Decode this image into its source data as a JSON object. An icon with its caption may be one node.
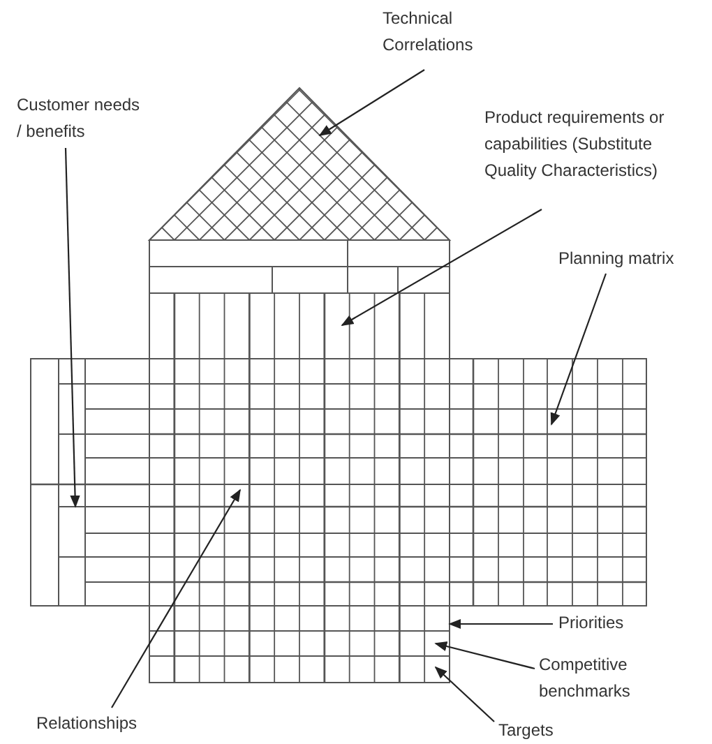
{
  "diagram": {
    "nodes": [
      {
        "text": [
          "Technical Correlations"
        ]
      },
      {
        "text": [
          "Customer needs / benefits"
        ]
      },
      {
        "text": [
          "Product requirements or capabilities (Substitute Quality Characteristics)"
        ]
      },
      {
        "text": [
          "Planning matrix"
        ]
      },
      {
        "text": [
          "Priorities"
        ]
      },
      {
        "text": [
          "Competitive benchmarks"
        ]
      },
      {
        "text": [
          "Relationships"
        ]
      },
      {
        "text": [
          "Targets"
        ]
      },
      {
        "text": [],
        "shape": "triangle"
      },
      {
        "text": [],
        "shape": "grid"
      },
      {
        "text": [],
        "shape": "grid"
      },
      {
        "text": [],
        "shape": "grid"
      },
      {
        "text": [],
        "shape": "grid"
      },
      {
        "text": [],
        "shape": "grid"
      },
      {
        "text": [],
        "shape": "grid"
      },
      {
        "text": [],
        "shape": "grid"
      }
    ],
    "edges": [
      {
        "from": 0,
        "to": 8,
        "arrow": "to"
      },
      {
        "from": 1,
        "to": 10,
        "arrow": "to"
      },
      {
        "from": 2,
        "to": 9,
        "arrow": "to"
      },
      {
        "from": 3,
        "to": 12,
        "arrow": "to"
      },
      {
        "from": 4,
        "to": 13,
        "arrow": "to"
      },
      {
        "from": 5,
        "to": 14,
        "arrow": "to"
      },
      {
        "from": 6,
        "to": 11,
        "arrow": "to"
      },
      {
        "from": 7,
        "to": 15,
        "arrow": "to"
      }
    ]
  }
}
